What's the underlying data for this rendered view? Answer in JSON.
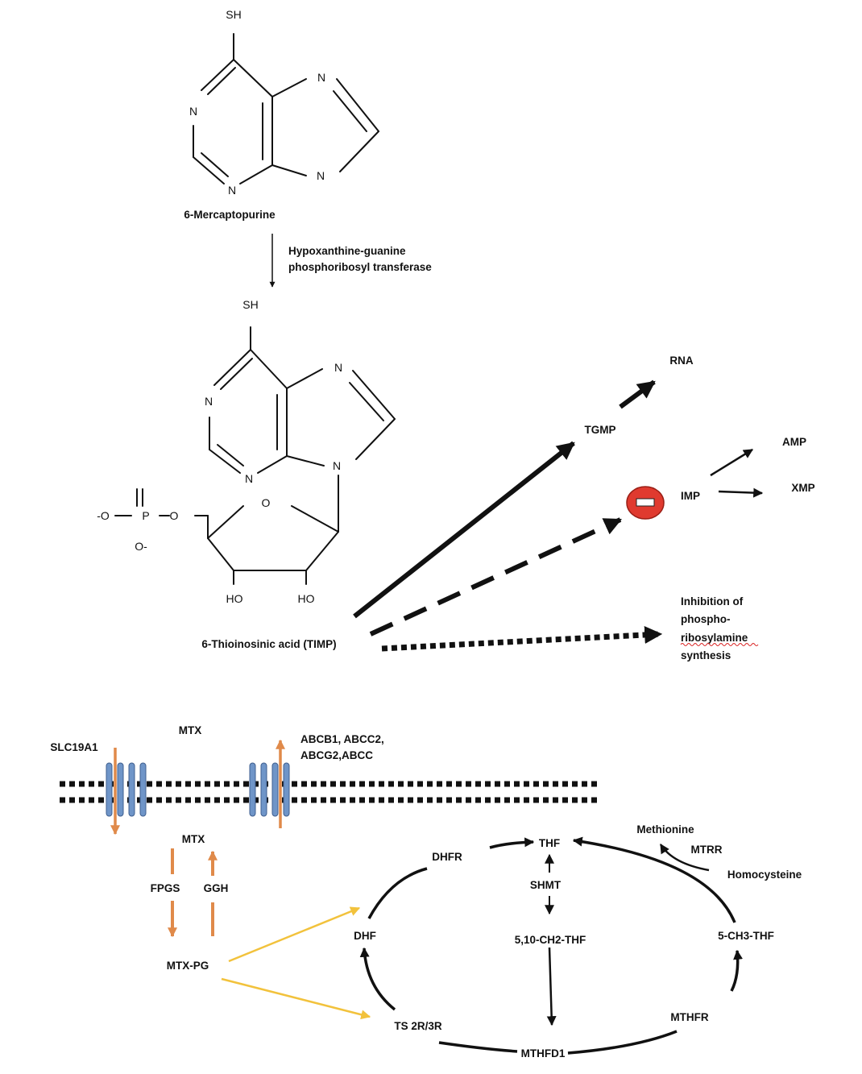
{
  "colors": {
    "ink": "#111111",
    "orange_arrow": "#e08a4a",
    "yellow_arrow": "#f2c23c",
    "transporter_fill": "#6f95c8",
    "transporter_edge": "#3f5f8f",
    "inhibition_fill": "#e03a2f"
  },
  "mercaptopurine": {
    "sh": "SH",
    "n1": "N",
    "n3": "N",
    "n7": "N",
    "n9": "N",
    "name": "6-Mercaptopurine"
  },
  "conversion": {
    "enzyme_line1": "Hypoxanthine-guanine",
    "enzyme_line2": "phosphoribosyl transferase"
  },
  "timp": {
    "sh": "SH",
    "n1": "N",
    "n3": "N",
    "n7": "N",
    "n9": "N",
    "ring_o": "O",
    "phosphate_o": "O",
    "phosphate_p": "P",
    "phosphate_o_minus_left": "-O",
    "phosphate_o_minus_bottom": "O-",
    "ho_left": "HO",
    "ho_right": "HO",
    "name": "6-Thioinosinic acid (TIMP)"
  },
  "timp_pathways": {
    "tgmp": "TGMP",
    "rna": "RNA",
    "imp": "IMP",
    "amp": "AMP",
    "xmp": "XMP",
    "inhibition_line1": "Inhibition of",
    "inhibition_line2": "phospho-",
    "inhibition_line3": "ribosylamine",
    "inhibition_line4": "synthesis"
  },
  "mtx_transport": {
    "mtx_outside": "MTX",
    "importer": "SLC19A1",
    "exporter_line1": "ABCB1, ABCC2,",
    "exporter_line2": "ABCG2,ABCC",
    "mtx_inside": "MTX",
    "fpgs": "FPGS",
    "ggh": "GGH",
    "mtx_pg": "MTX-PG"
  },
  "folate_cycle": {
    "thf": "THF",
    "dhfr": "DHFR",
    "methionine": "Methionine",
    "mtrr": "MTRR",
    "homocysteine": "Homocysteine",
    "shmt": "SHMT",
    "dhf": "DHF",
    "ch2_thf": "5,10-CH2-THF",
    "ch3_thf": "5-CH3-THF",
    "ts": "TS 2R/3R",
    "mthfr": "MTHFR",
    "mthfd1": "MTHFD1"
  }
}
